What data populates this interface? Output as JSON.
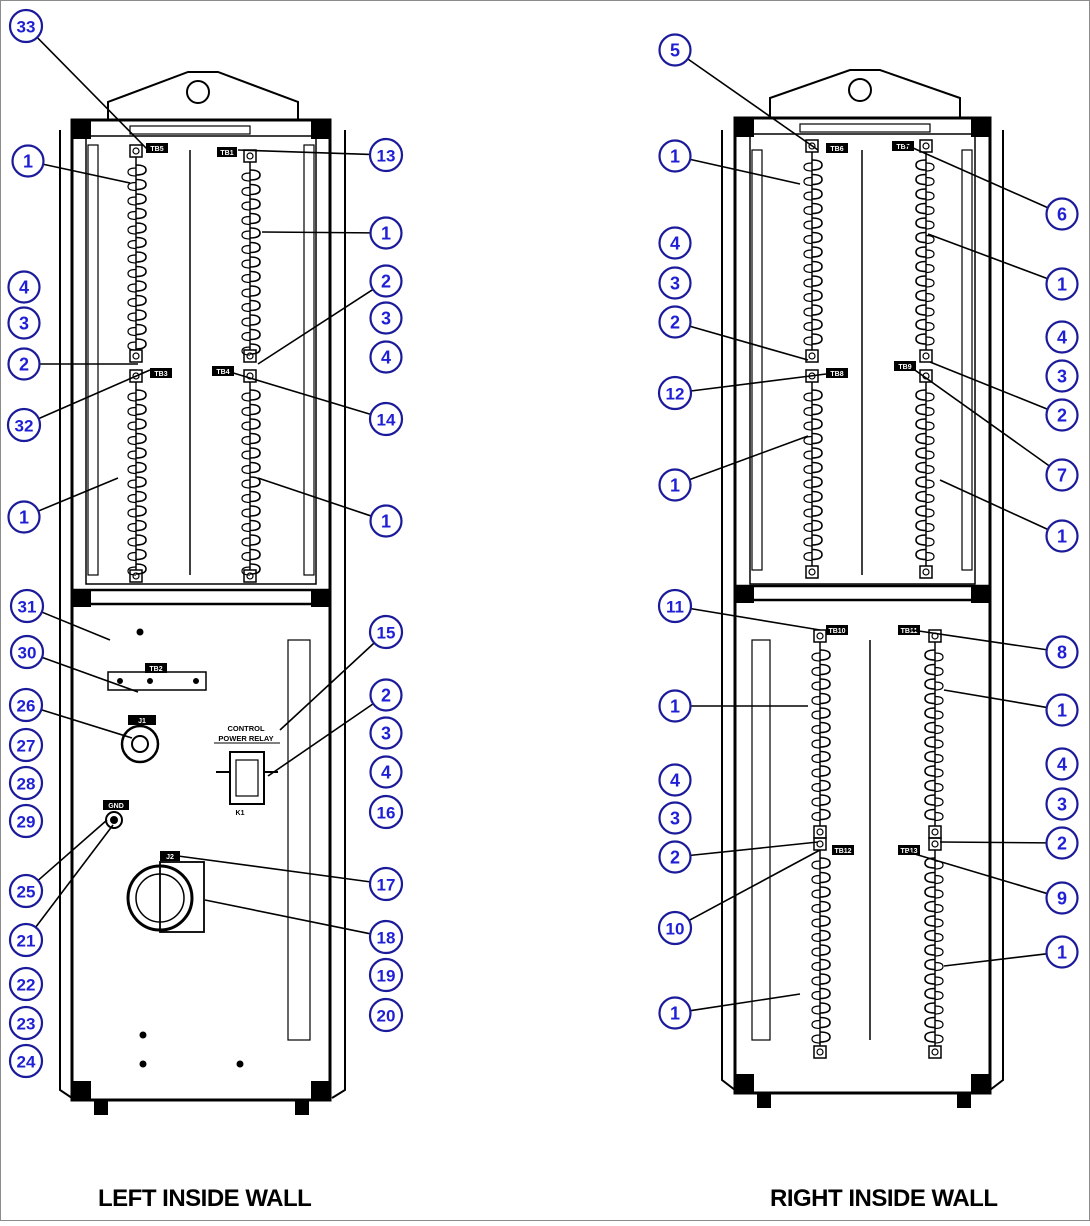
{
  "panels": {
    "left": {
      "caption": "LEFT INSIDE WALL",
      "tags": {
        "tb_top_left": "TB5",
        "tb_top_right": "TB1",
        "tb_mid_left": "TB3",
        "tb_mid_right": "TB4",
        "bar_label": "TB2",
        "ground_label": "GND",
        "relay_line1": "CONTROL",
        "relay_line2": "POWER RELAY",
        "relay_sub": "K1",
        "receptacle_label": "J1",
        "connector_label": "J2"
      }
    },
    "right": {
      "caption": "RIGHT INSIDE WALL",
      "tags": {
        "tb_upper_a": "TB6",
        "tb_upper_b": "TB7",
        "tb_upper_c": "TB8",
        "tb_upper_d": "TB9",
        "tb_lower_a": "TB10",
        "tb_lower_b": "TB11",
        "tb_lower_c": "TB12",
        "tb_lower_d": "TB13"
      }
    }
  },
  "callouts": {
    "left": [
      "33",
      "1",
      "4",
      "3",
      "2",
      "32",
      "1",
      "31",
      "30",
      "26",
      "27",
      "28",
      "29",
      "25",
      "21",
      "22",
      "23",
      "24",
      "13",
      "1",
      "2",
      "3",
      "4",
      "14",
      "1",
      "15",
      "2",
      "3",
      "4",
      "16",
      "17",
      "18",
      "19",
      "20"
    ],
    "right": [
      "5",
      "1",
      "4",
      "3",
      "2",
      "12",
      "1",
      "11",
      "1",
      "4",
      "3",
      "2",
      "10",
      "1",
      "6",
      "1",
      "4",
      "3",
      "2",
      "7",
      "1",
      "8",
      "1",
      "4",
      "3",
      "2",
      "9",
      "1"
    ]
  },
  "colors": {
    "callout_fill": "#ffffff",
    "callout_stroke": "#1a1a9a",
    "callout_text": "#1f1fd6",
    "linework": "#000000",
    "frame": "#8c8c8c"
  }
}
